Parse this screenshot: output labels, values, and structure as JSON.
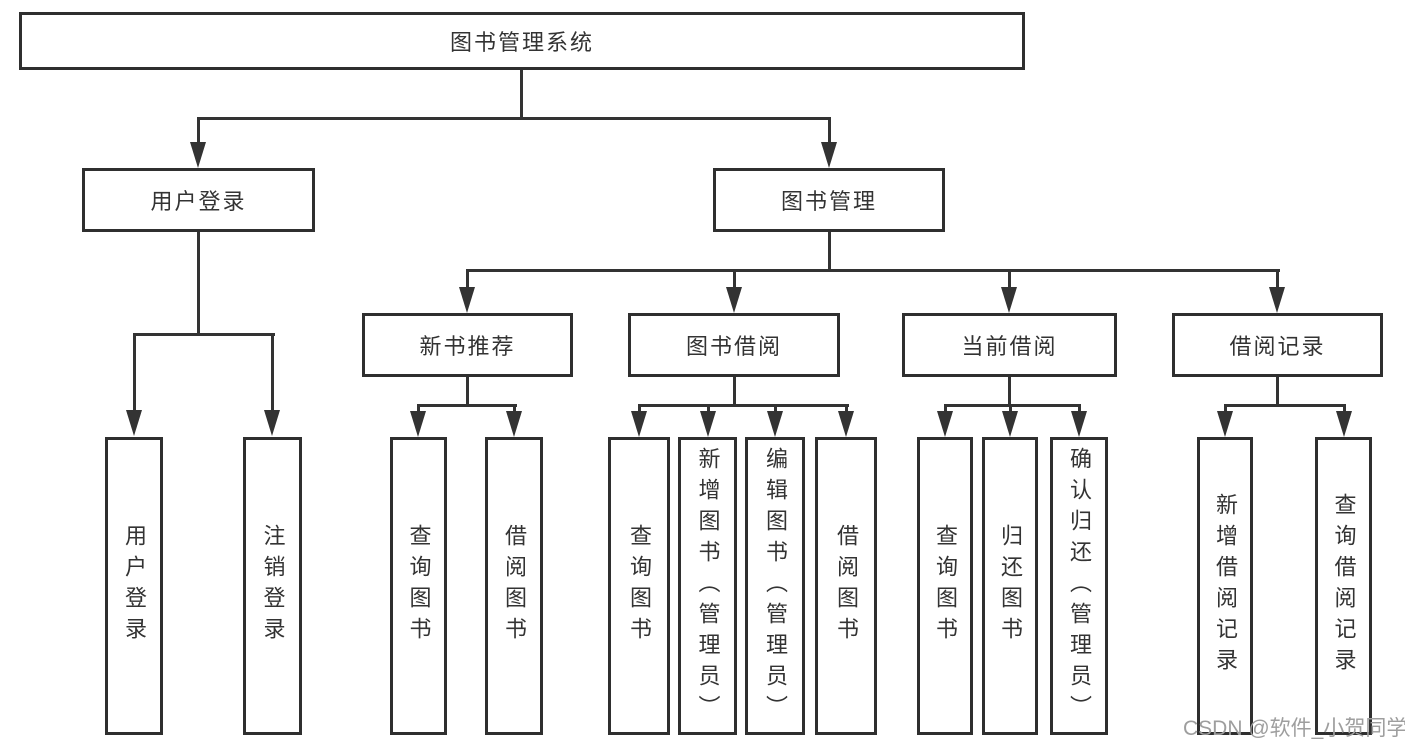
{
  "diagram": {
    "root": {
      "label": "图书管理系统"
    },
    "level2": [
      {
        "label": "用户登录"
      },
      {
        "label": "图书管理"
      }
    ],
    "level3": [
      {
        "label": "新书推荐",
        "parent": "图书管理"
      },
      {
        "label": "图书借阅",
        "parent": "图书管理"
      },
      {
        "label": "当前借阅",
        "parent": "图书管理"
      },
      {
        "label": "借阅记录",
        "parent": "图书管理"
      }
    ],
    "leaves": [
      {
        "label": "用户登录",
        "parent": "用户登录"
      },
      {
        "label": "注销登录",
        "parent": "用户登录"
      },
      {
        "label": "查询图书",
        "parent": "新书推荐"
      },
      {
        "label": "借阅图书",
        "parent": "新书推荐"
      },
      {
        "label": "查询图书",
        "parent": "图书借阅"
      },
      {
        "label": "新增图书（管理员）",
        "parent": "图书借阅"
      },
      {
        "label": "编辑图书（管理员）",
        "parent": "图书借阅"
      },
      {
        "label": "借阅图书",
        "parent": "图书借阅"
      },
      {
        "label": "查询图书",
        "parent": "当前借阅"
      },
      {
        "label": "归还图书",
        "parent": "当前借阅"
      },
      {
        "label": "确认归还（管理员）",
        "parent": "当前借阅"
      },
      {
        "label": "新增借阅记录",
        "parent": "借阅记录"
      },
      {
        "label": "查询借阅记录",
        "parent": "借阅记录"
      }
    ]
  },
  "watermark": {
    "text": "CSDN @软件_小贺同学"
  },
  "colors": {
    "line": "#333333",
    "box_border": "#2f2f2f",
    "text": "#333333",
    "watermark_text": "#9e9e9e",
    "background": "#ffffff"
  }
}
